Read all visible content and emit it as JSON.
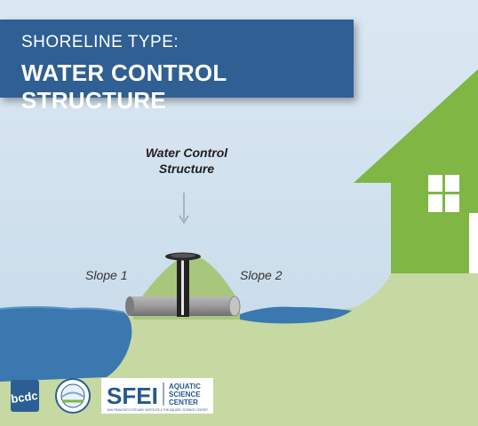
{
  "title": {
    "line1": "SHORELINE TYPE:",
    "line2": "WATER CONTROL STRUCTURE"
  },
  "callout": {
    "line1": "Water Control",
    "line2": "Structure"
  },
  "labels": {
    "slope1": "Slope 1",
    "slope2": "Slope 2"
  },
  "logos": {
    "bcdc": "bcdc",
    "sfei_main": "SFEI",
    "sfei_side_1": "AQUATIC",
    "sfei_side_2": "SCIENCE",
    "sfei_side_3": "CENTER",
    "sfei_tagline": "SAN FRANCISCO ESTUARY INSTITUTE & THE AQUATIC SCIENCE CENTER"
  },
  "colors": {
    "sky": "#c9dcea",
    "title_bg": "#2f5f93",
    "water": "#3c78b0",
    "land": "#c6d9a3",
    "mound": "#a8c77c",
    "house": "#7fb644",
    "pipe": "#999999",
    "post": "#222222"
  }
}
